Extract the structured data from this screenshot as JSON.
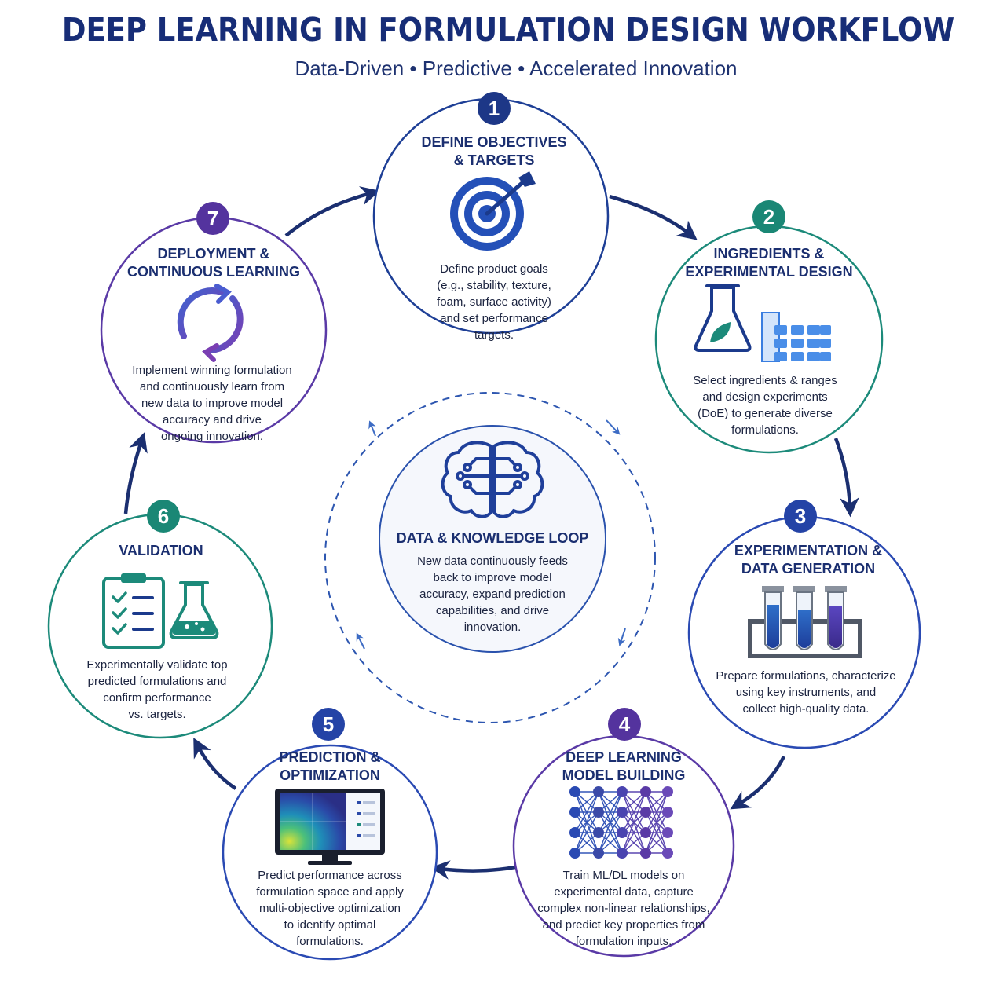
{
  "header": {
    "title": "DEEP LEARNING IN FORMULATION DESIGN WORKFLOW",
    "subtitle": "Data-Driven • Predictive • Accelerated Innovation"
  },
  "colors": {
    "navy": "#1b3a8c",
    "teal": "#1c8a7a",
    "purple": "#5a3aa6",
    "royal_blue": "#2a4ab3",
    "arrow": "#1b2f70"
  },
  "steps": [
    {
      "number": "1",
      "title_lines": [
        "DEFINE OBJECTIVES",
        "& TARGETS"
      ],
      "desc_lines": [
        "Define product goals",
        "(e.g., stability, texture,",
        "foam, surface activity)",
        "and set performance",
        "targets."
      ],
      "icon": "target-icon"
    },
    {
      "number": "2",
      "title_lines": [
        "INGREDIENTS &",
        "EXPERIMENTAL DESIGN"
      ],
      "desc_lines": [
        "Select ingredients & ranges",
        "and design experiments",
        "(DoE) to generate diverse",
        "formulations."
      ],
      "icon": "flask-leaf-icon"
    },
    {
      "number": "3",
      "title_lines": [
        "EXPERIMENTATION &",
        "DATA GENERATION"
      ],
      "desc_lines": [
        "Prepare formulations, characterize",
        "using key instruments, and",
        "collect high-quality data."
      ],
      "icon": "test-tubes-icon"
    },
    {
      "number": "4",
      "title_lines": [
        "DEEP LEARNING",
        "MODEL BUILDING"
      ],
      "desc_lines": [
        "Train ML/DL models on",
        "experimental data, capture",
        "complex non-linear relationships,",
        "and predict key properties from",
        "formulation inputs."
      ],
      "icon": "neural-network-icon"
    },
    {
      "number": "5",
      "title_lines": [
        "PREDICTION &",
        "OPTIMIZATION"
      ],
      "desc_lines": [
        "Predict performance across",
        "formulation space and apply",
        "multi-objective optimization",
        "to identify optimal",
        "formulations."
      ],
      "icon": "monitor-heatmap-icon"
    },
    {
      "number": "6",
      "title_lines": [
        "VALIDATION"
      ],
      "desc_lines": [
        "Experimentally validate top",
        "predicted formulations and",
        "confirm performance",
        "vs. targets."
      ],
      "icon": "checklist-flask-icon"
    },
    {
      "number": "7",
      "title_lines": [
        "DEPLOYMENT &",
        "CONTINUOUS LEARNING"
      ],
      "desc_lines": [
        "Implement winning formulation",
        "and continuously learn from",
        "new data to improve model",
        "accuracy and drive",
        "ongoing innovation."
      ],
      "icon": "cycle-arrows-icon"
    }
  ],
  "center": {
    "title": "DATA & KNOWLEDGE LOOP",
    "desc_lines": [
      "New data continuously feeds",
      "back to improve model",
      "accuracy, expand prediction",
      "capabilities, and drive",
      "innovation."
    ],
    "icon": "brain-circuit-icon"
  }
}
